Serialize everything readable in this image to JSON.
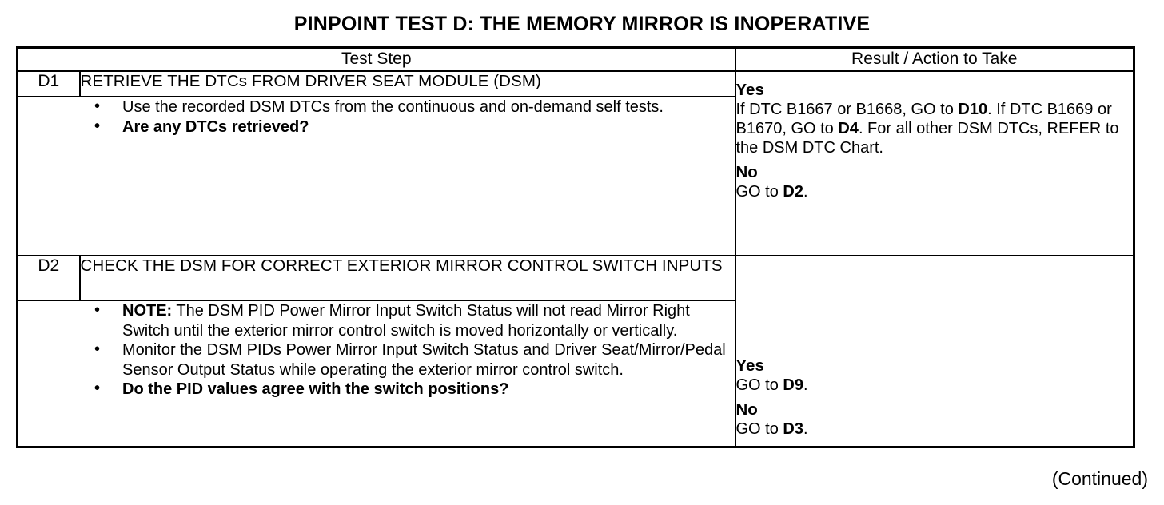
{
  "document": {
    "title": "PINPOINT TEST  D: THE MEMORY MIRROR IS INOPERATIVE",
    "footer_note": "(Continued)"
  },
  "table": {
    "headers": {
      "test_step": "Test Step",
      "result_action": "Result / Action to Take"
    },
    "steps": [
      {
        "id": "D1",
        "title": "RETRIEVE THE DTCs FROM DRIVER SEAT MODULE (DSM)",
        "bullets": [
          {
            "bold": false,
            "text": "Use the recorded DSM DTCs from the continuous and on-demand self tests."
          },
          {
            "bold": true,
            "text": "Are any DTCs retrieved?"
          }
        ],
        "result": {
          "yes_label": "Yes",
          "yes_text_part1": "If DTC B1667 or B1668, GO to ",
          "yes_ref1": "D10",
          "yes_text_part2": ". If DTC B1669 or B1670, GO to ",
          "yes_ref2": "D4",
          "yes_text_part3": ". For all other DSM DTCs, REFER to the DSM DTC Chart.",
          "no_label": "No",
          "no_text_part1": "GO to ",
          "no_ref1": "D2",
          "no_text_part2": "."
        }
      },
      {
        "id": "D2",
        "title": "CHECK THE DSM FOR CORRECT EXTERIOR MIRROR CONTROL SWITCH INPUTS",
        "note_label": "NOTE:",
        "note_text": " The DSM PID Power Mirror Input Switch Status will not read Mirror Right Switch until the exterior mirror control switch is moved horizontally or vertically.",
        "monitor_text": "Monitor the DSM PIDs Power Mirror Input Switch Status and Driver Seat/Mirror/Pedal Sensor Output Status while operating the exterior mirror control switch.",
        "question": "Do the PID values agree with the switch positions?",
        "result": {
          "yes_label": "Yes",
          "yes_text_part1": "GO to ",
          "yes_ref1": "D9",
          "yes_text_part2": ".",
          "no_label": "No",
          "no_text_part1": "GO to ",
          "no_ref1": "D3",
          "no_text_part2": "."
        }
      }
    ]
  }
}
